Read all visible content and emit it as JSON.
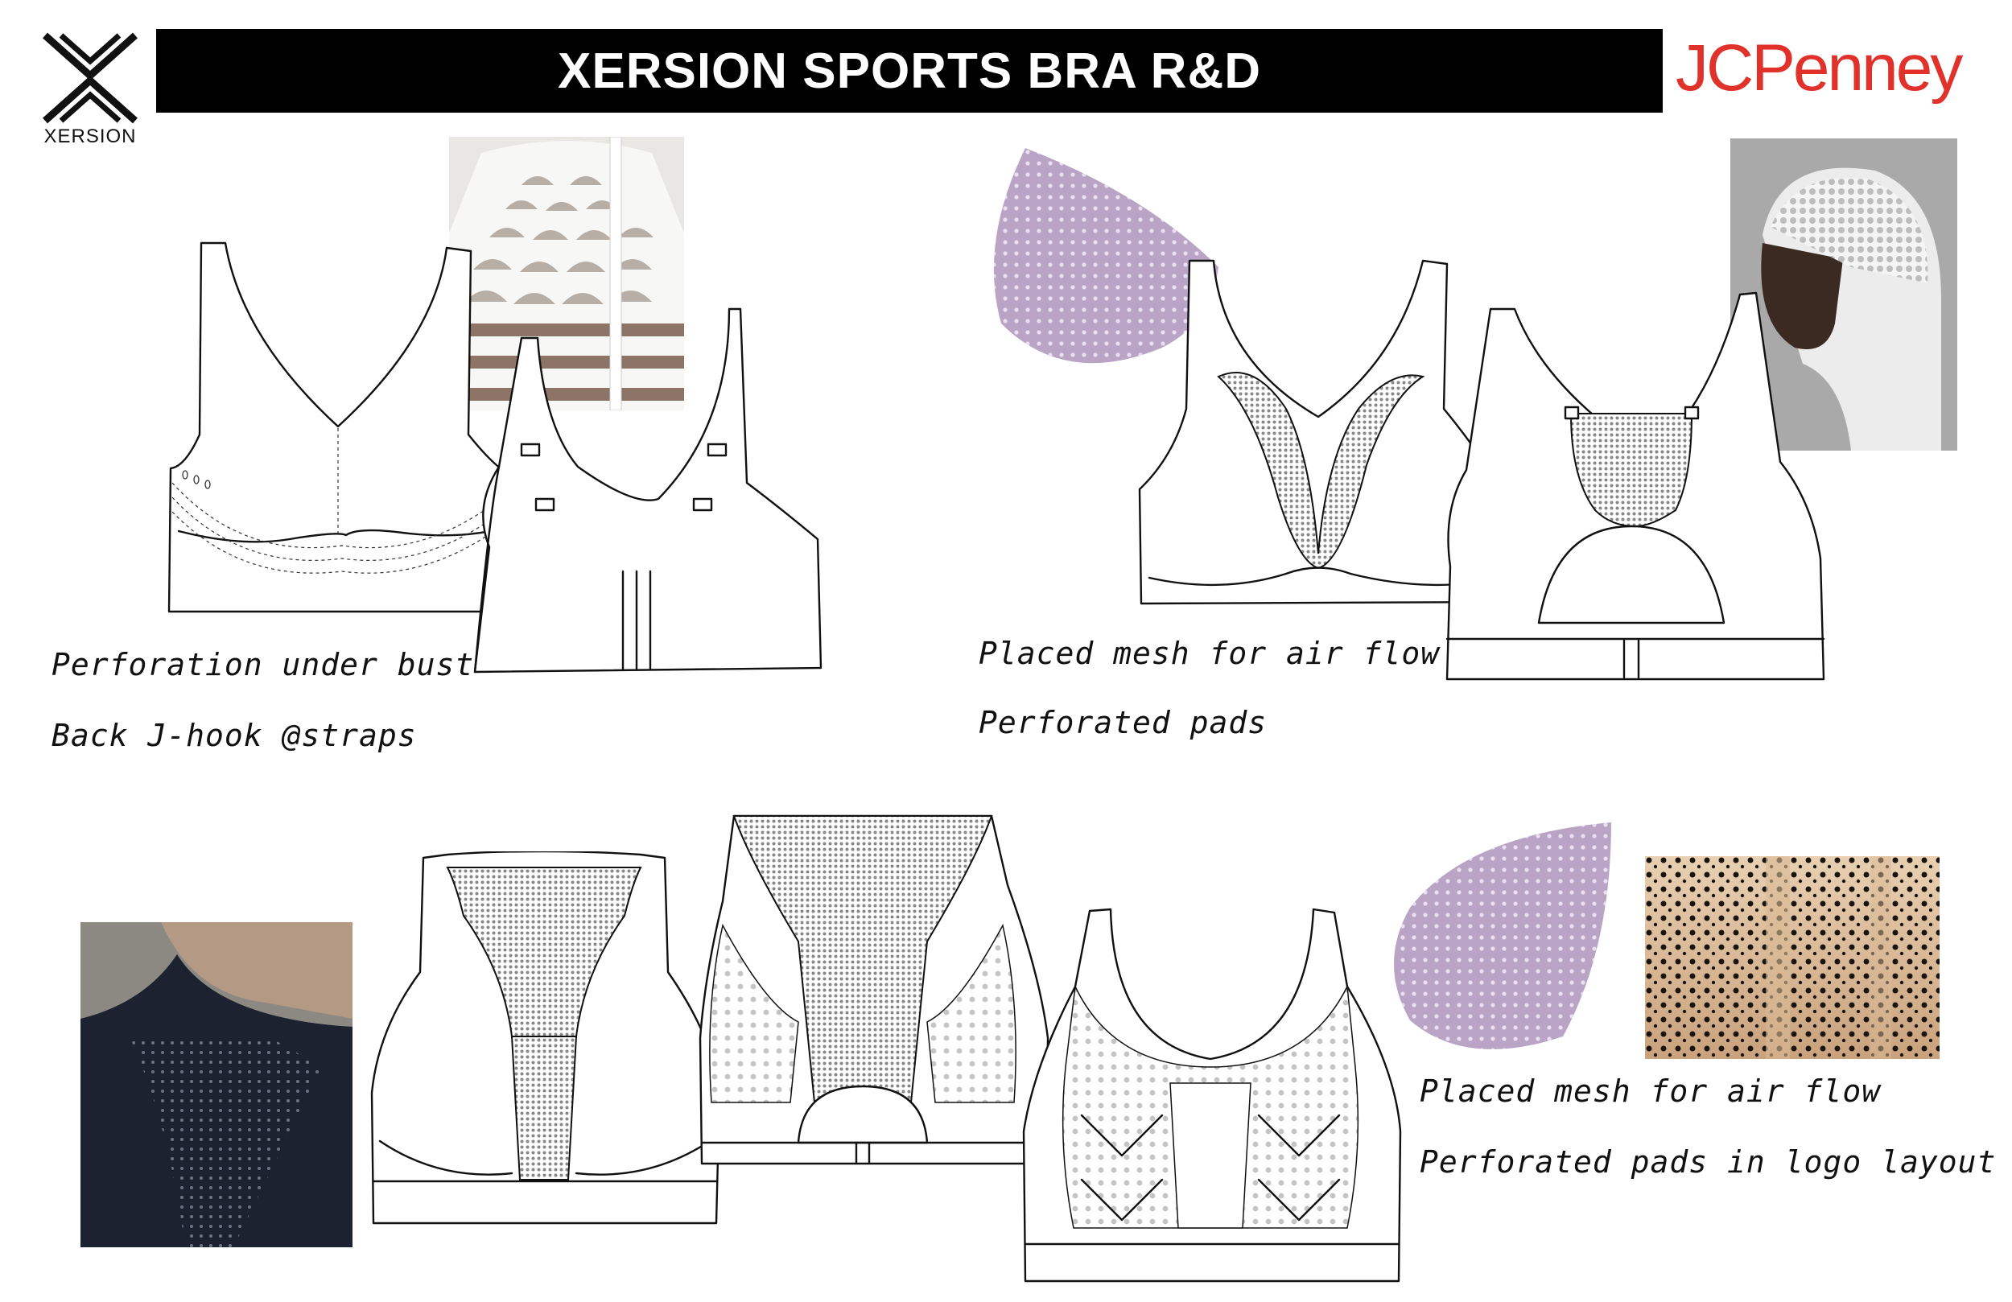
{
  "header": {
    "title": "XERSION SPORTS BRA R&D",
    "brand_logo_text": "XERSION",
    "retailer_logo_text": "JCPenney"
  },
  "notes": {
    "top_left": [
      "Perforation under bust",
      "Back J-hook @straps"
    ],
    "top_right": [
      "Placed mesh for air flow",
      "Perforated pads"
    ],
    "bottom_right": [
      "Placed mesh for air flow",
      "Perforated pads in logo layout"
    ]
  },
  "colors": {
    "title_bar": "#000000",
    "retailer_red": "#e0312b",
    "pad_lavender": "#b9a4c6",
    "mesh_gray": "#8a8a8a"
  },
  "icons": {
    "brand_mark": "xersion-x-icon"
  }
}
